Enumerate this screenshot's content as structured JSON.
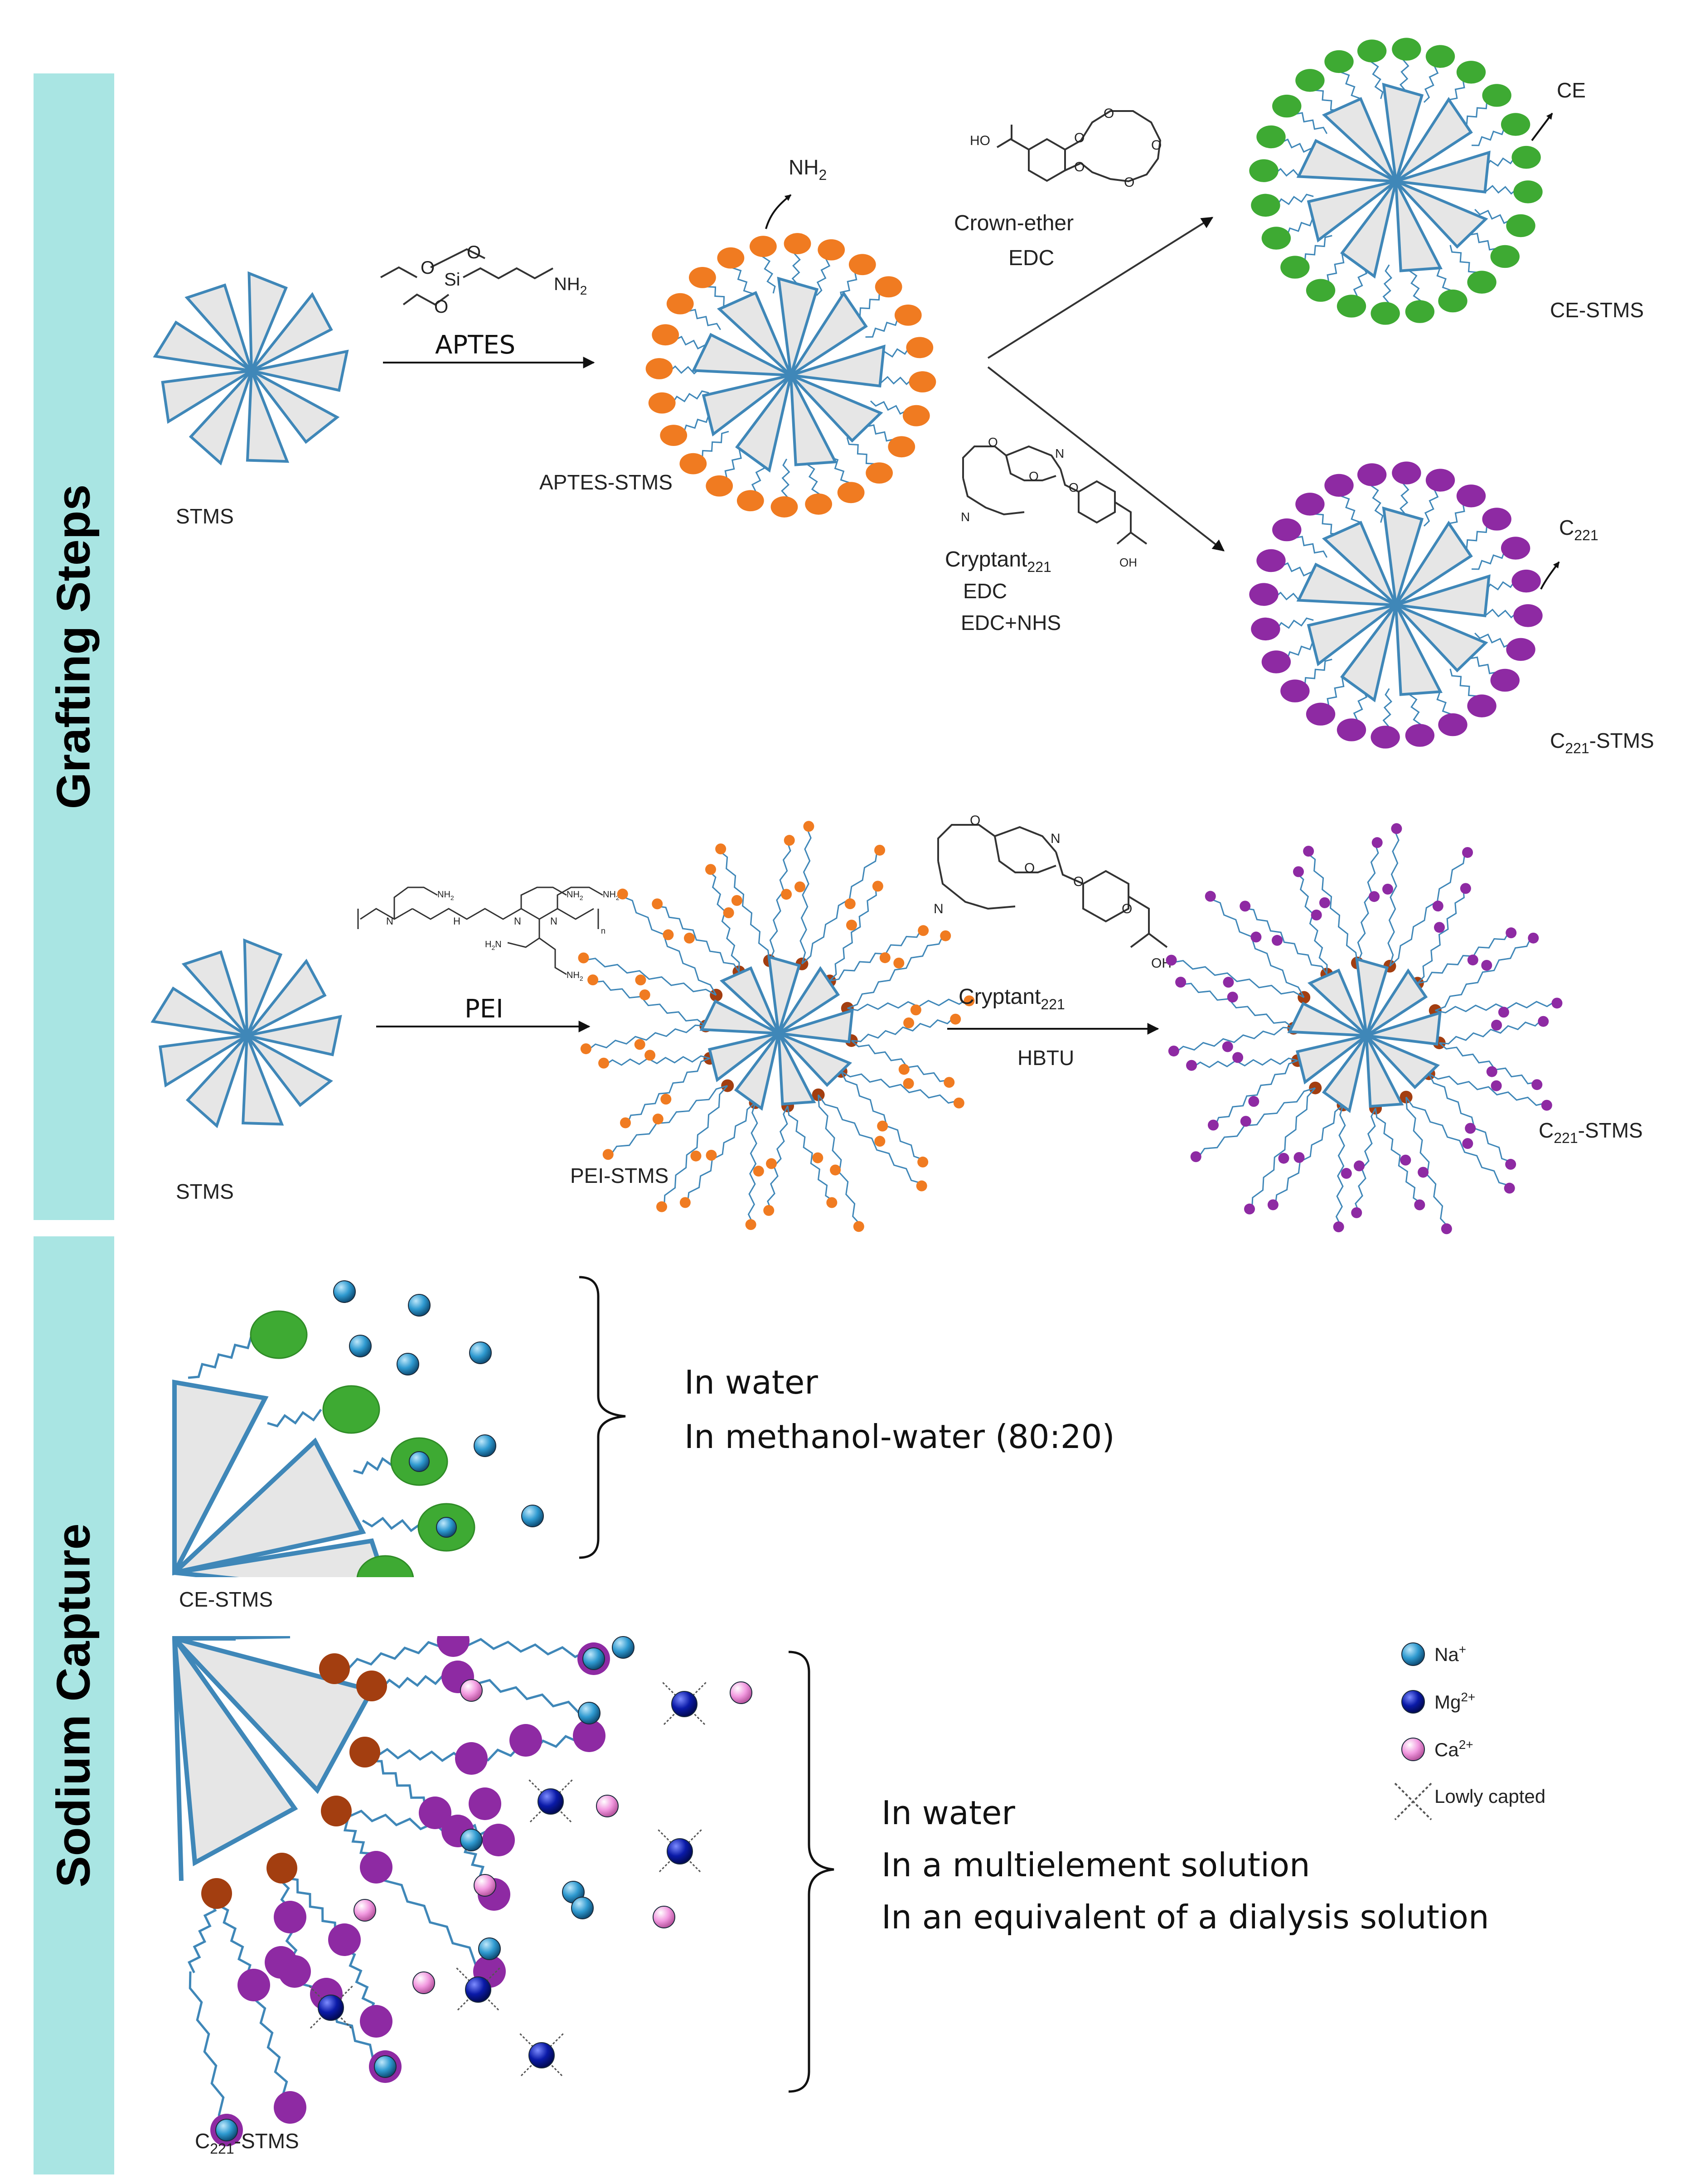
{
  "sections": {
    "grafting": "Grafting Steps",
    "capture": "Sodium Capture"
  },
  "row1": {
    "stms": "STMS",
    "reagent": "APTES",
    "aptes_silane": "Si",
    "aptes_o": "O",
    "aptes_nh2": "NH",
    "aptes_nh2_sub": "2",
    "product": "APTES-STMS",
    "product_group": "NH",
    "product_group_sub": "2",
    "upper": {
      "reagent": "Crown-ether",
      "coupling": "EDC",
      "acid_label": "HO",
      "ring_atom": "O",
      "product": "CE-STMS",
      "product_group": "CE"
    },
    "lower": {
      "reagent": "Cryptant",
      "reagent_sub": "221",
      "coupling_1": "EDC",
      "coupling_2": "EDC+NHS",
      "n_atom": "N",
      "ring_atom": "O",
      "oh": "OH",
      "product_prefix": "C",
      "product_sub": "221",
      "product_suffix": "-STMS",
      "group_prefix": "C",
      "group_sub": "221"
    }
  },
  "row2": {
    "stms": "STMS",
    "reagent": "PEI",
    "pei_n": "N",
    "pei_h": "H",
    "pei_nh2": "NH",
    "pei_nh2_sub": "2",
    "pei_h2n": "H",
    "pei_h2n_sub": "2",
    "pei_h2n_n": "N",
    "pei_subscript": "n",
    "product": "PEI-STMS",
    "reagent_2": "Cryptant",
    "reagent_2_sub": "221",
    "coupling": "HBTU",
    "n_atom": "N",
    "ring_atom": "O",
    "oh": "OH",
    "final_prefix": "C",
    "final_sub": "221",
    "final_suffix": "-STMS"
  },
  "capture_ce": {
    "label": "CE-STMS",
    "conditions": [
      "In water",
      "In methanol-water (80:20)"
    ]
  },
  "capture_c221": {
    "label_prefix": "C",
    "label_sub": "221",
    "label_suffix": "-STMS",
    "conditions": [
      "In water",
      "In a multielement solution",
      "In an equivalent of a dialysis solution"
    ]
  },
  "legend": {
    "items": [
      {
        "symbol": "Na",
        "sup": "+",
        "color": "#2f9ad0"
      },
      {
        "symbol": "Mg",
        "sup": "2+",
        "color": "#0a1aa8"
      },
      {
        "symbol": "Ca",
        "sup": "2+",
        "color": "#f29ae0"
      },
      {
        "symbol": "Lowly capted",
        "sup": "",
        "color": "#555555"
      }
    ]
  },
  "colors": {
    "band": "#a9e5e3",
    "blade_fill": "#e6e6e6",
    "blade_stroke": "#3f87b8",
    "aptes_bead": "#f07b21",
    "ce_bead": "#3eaa33",
    "c221_bead": "#8e2aa3",
    "pei_node": "#a33e10",
    "na": "#2f9ad0",
    "mg": "#0a1aa8",
    "ca": "#f29ae0"
  }
}
